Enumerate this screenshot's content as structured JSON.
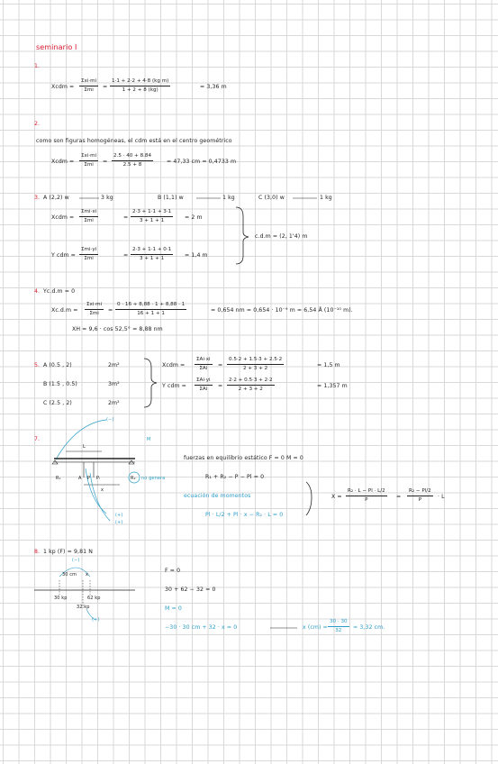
{
  "title": "seminario I",
  "p1": {
    "num": "1.",
    "lhs": "Xcdm =",
    "f1_num": "Σxi·mi",
    "f1_den": "Σmi",
    "f2_num": "1·1 + 2·2 + 4·8 (kg m)",
    "f2_den": "1 + 2 + 8     (kg)",
    "result": "= 3,36 m"
  },
  "p2": {
    "num": "2.",
    "text": "como son figuras homogéneas, el cdm está en el centro geométrico",
    "lhs": "Xcdm =",
    "f1_num": "Σxi·mi",
    "f1_den": "Σmi",
    "f2_num": "2.5 · 40 + 8.84",
    "f2_den": "2.5 + 8",
    "result": "= 47,33 cm = 0,4733 m"
  },
  "p3": {
    "num": "3.",
    "items": [
      "A (2,2) w",
      "3 kg",
      "B (1,1) w",
      "1 kg",
      "C (3,0) w",
      "1 kg"
    ],
    "x_lhs": "Xcdm =",
    "x_f1_num": "Σmi·xi",
    "x_f1_den": "Σmi",
    "x_f2_num": "2·3 + 1·1 + 3·1",
    "x_f2_den": "3 + 1 + 1",
    "x_res": "= 2 m",
    "y_lhs": "Y cdm =",
    "y_f1_num": "Σmi·yi",
    "y_f1_den": "Σmi",
    "y_f2_num": "2·3 + 1·1 + 0·1",
    "y_f2_den": "3 + 1 + 1",
    "y_res": "= 1,4 m",
    "cdm": "c.d.m = (2, 1'4) m"
  },
  "p4": {
    "num": "4.",
    "line1": "Yc.d.m = 0",
    "lhs": "Xc.d.m =",
    "f1_num": "Σxi·mi",
    "f1_den": "Σmi",
    "f2_num": "0 · 16 + 8,88 · 1 + 8,88 · 1",
    "f2_den": "16 + 1 + 1",
    "result": "= 0,654 nm = 0,654 · 10⁻⁹ m = 6,54 Å (10⁻¹⁰ m).",
    "xh": "XH = 9,6 · cos 52,5° = 8,88 nm"
  },
  "p5": {
    "num": "5.",
    "items": [
      {
        "label": "A (0.5 , 2)",
        "area": "2m²"
      },
      {
        "label": "B (1.5 , 0.5)",
        "area": "3m²"
      },
      {
        "label": "C (2.5 , 2)",
        "area": "2m²"
      }
    ],
    "x_lhs": "Xcdm =",
    "x_f1_num": "ΣAi·xi",
    "x_f1_den": "ΣAi",
    "x_f2_num": "0.5·2 + 1.5·3 + 2.5·2",
    "x_f2_den": "2 + 3 + 2",
    "x_res": "= 1,5 m",
    "y_lhs": "Y cdm =",
    "y_f1_num": "ΣAi·yi",
    "y_f1_den": "ΣAi",
    "y_f2_num": "2·2 + 0.5·3 + 2·2",
    "y_f2_den": "2 + 3 + 2",
    "y_res": "= 1,357 m"
  },
  "p7": {
    "num": "7.",
    "c_minus": "(−)",
    "m_label": "M",
    "l_label": "L",
    "r1": "R₁",
    "a": "A",
    "p": "P",
    "pl": "Pₗ",
    "r2": "R₂",
    "no_genera": "no genera",
    "x_label": "x",
    "c_plus1": "(+)",
    "c_plus2": "(+)",
    "equilibrium": "fuerzas en equilibrio estático   F = 0   M = 0",
    "eq1": "R₁ + R₂ − P − Pl = 0",
    "moment_title": "ecuación de momentos",
    "eq2": "Pl · L/2 + Pl · x − R₂ · L = 0",
    "x_lhs": "X =",
    "x_f1_num": "R₂ · L − Pl · L/2",
    "x_f1_den": "P",
    "x_f2_num": "R₂ − Pl/2",
    "x_f2_den": "P",
    "x_tail": "· L"
  },
  "p8": {
    "num": "8.",
    "line1": "1 kp (F) = 9,81 N",
    "minus": "(−)",
    "d1": "30 cm",
    "d2": "x",
    "w1": "30 kp",
    "w2": "62 kp",
    "w3": "32 kp",
    "plus": "(+)",
    "f0": "F = 0",
    "eq1": "30 + 62 − 32 = 0",
    "m0": "M = 0",
    "eq2": "−30 · 30 cm + 32 · x = 0",
    "x_lhs": "x (cm) =",
    "x_num": "30 · 30",
    "x_den": "32",
    "x_res": "= 3,32 cm."
  }
}
